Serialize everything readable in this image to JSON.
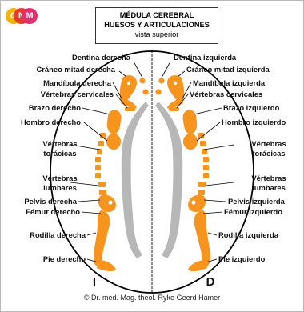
{
  "logo": {
    "letters": [
      "G",
      "N",
      "M"
    ],
    "colors": [
      "#f5b400",
      "#e63a2e",
      "#e0306e"
    ]
  },
  "title": {
    "line1": "MÉDULA CEREBRAL",
    "line2": "HUESOS Y ARTICULACIONES",
    "line3": "vista superior"
  },
  "labels_left": {
    "dentina": "Dentina derecha",
    "craneo": "Cráneo mitad derecha",
    "mandibula": "Mandíbula derecha",
    "cervicales": "Vértebras cervicales",
    "brazo": "Brazo derecho",
    "hombro": "Hombro derecho",
    "toracicas_1": "Vértebras",
    "toracicas_2": "torácicas",
    "lumbares_1": "Vértebras",
    "lumbares_2": "lumbares",
    "pelvis": "Pelvis derecha",
    "femur": "Fémur derecho",
    "rodilla": "Rodilla derecha",
    "pie": "Pie derecho"
  },
  "labels_right": {
    "dentina": "Dentina izquierda",
    "craneo": "Cráneo mitad izquierda",
    "mandibula": "Mandíbula izquierda",
    "cervicales": "Vértebras cervicales",
    "brazo": "Brazo izquierdo",
    "hombro": "Hombro izquierdo",
    "toracicas_1": "Vértebras",
    "toracicas_2": "torácicas",
    "lumbares_1": "Vértebras",
    "lumbares_2": "lumbares",
    "pelvis": "Pelvis izquierda",
    "femur": "Fémur izquierdo",
    "rodilla": "Rodilla izquierda",
    "pie": "Pie izquierdo"
  },
  "side_left": "I",
  "side_right": "D",
  "copyright": "© Dr. med. Mag. theol. Ryke Geerd Hamer",
  "colors": {
    "bone": "#f7941d",
    "spine_channel": "#b7b7b7",
    "outline": "#000000"
  }
}
